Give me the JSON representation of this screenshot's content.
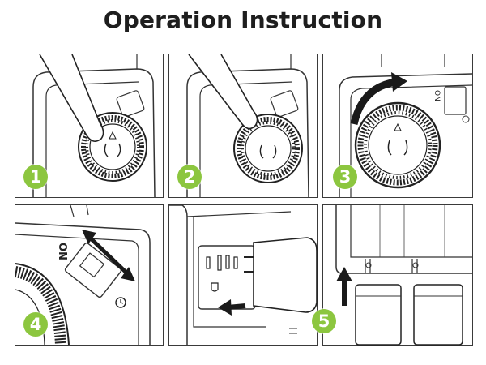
{
  "title": "Operation Instruction",
  "accent_color": "#8cc63f",
  "steps": [
    {
      "number": "1"
    },
    {
      "number": "2"
    },
    {
      "number": "3"
    },
    {
      "number": "4",
      "switch_label": "ON"
    },
    {
      "number": "5"
    }
  ],
  "panel3_label": "ON"
}
